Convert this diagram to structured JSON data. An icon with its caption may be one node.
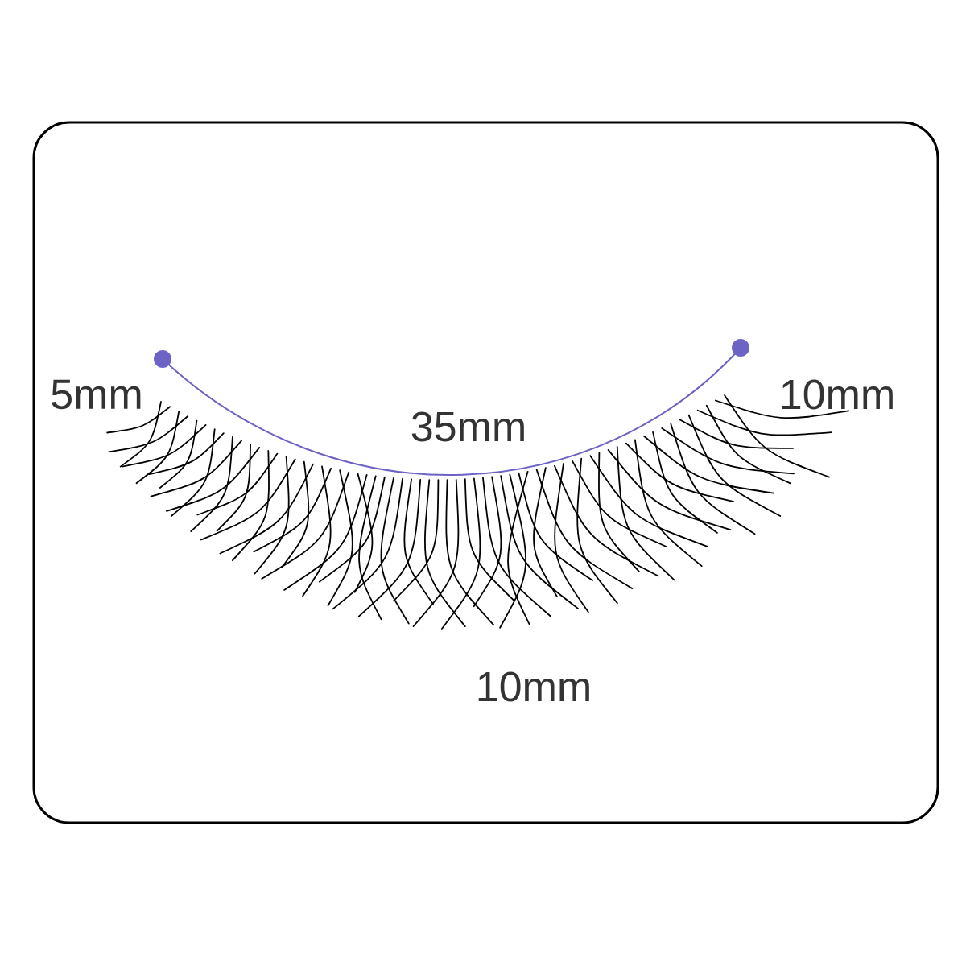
{
  "diagram": {
    "labels": [
      "5mm",
      "10mm",
      "35mm",
      "10mm"
    ]
  }
}
